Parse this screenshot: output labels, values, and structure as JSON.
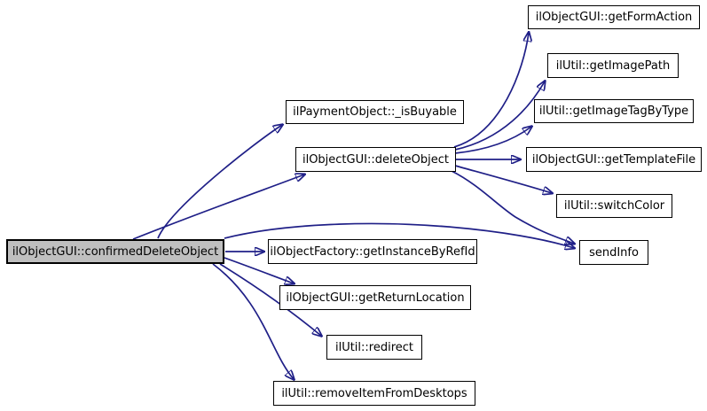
{
  "diagram": {
    "type": "call-graph",
    "root_function": "ilObjectGUI::confirmedDeleteObject",
    "colors": {
      "background": "#ffffff",
      "edge": "#1f1f87",
      "node_fill": "#ffffff",
      "node_border": "#000000",
      "root_fill": "#bfbfbf"
    },
    "nodes": [
      {
        "id": "confirmedDeleteObject",
        "label": "ilObjectGUI::confirmedDeleteObject",
        "role": "root"
      },
      {
        "id": "isBuyable",
        "label": "ilPaymentObject::_isBuyable",
        "role": "callee"
      },
      {
        "id": "deleteObject",
        "label": "ilObjectGUI::deleteObject",
        "role": "callee"
      },
      {
        "id": "getInstanceByRefId",
        "label": "ilObjectFactory::getInstanceByRefId",
        "role": "callee"
      },
      {
        "id": "getReturnLocation",
        "label": "ilObjectGUI::getReturnLocation",
        "role": "callee"
      },
      {
        "id": "redirect",
        "label": "ilUtil::redirect",
        "role": "callee"
      },
      {
        "id": "removeItemFromDesktops",
        "label": "ilUtil::removeItemFromDesktops",
        "role": "callee"
      },
      {
        "id": "getFormAction",
        "label": "ilObjectGUI::getFormAction",
        "role": "callee"
      },
      {
        "id": "getImagePath",
        "label": "ilUtil::getImagePath",
        "role": "callee"
      },
      {
        "id": "getImageTagByType",
        "label": "ilUtil::getImageTagByType",
        "role": "callee"
      },
      {
        "id": "getTemplateFile",
        "label": "ilObjectGUI::getTemplateFile",
        "role": "callee"
      },
      {
        "id": "switchColor",
        "label": "ilUtil::switchColor",
        "role": "callee"
      },
      {
        "id": "sendInfo",
        "label": "sendInfo",
        "role": "callee"
      }
    ],
    "edges": [
      {
        "from": "confirmedDeleteObject",
        "to": "isBuyable"
      },
      {
        "from": "confirmedDeleteObject",
        "to": "deleteObject"
      },
      {
        "from": "confirmedDeleteObject",
        "to": "getInstanceByRefId"
      },
      {
        "from": "confirmedDeleteObject",
        "to": "getReturnLocation"
      },
      {
        "from": "confirmedDeleteObject",
        "to": "redirect"
      },
      {
        "from": "confirmedDeleteObject",
        "to": "removeItemFromDesktops"
      },
      {
        "from": "confirmedDeleteObject",
        "to": "sendInfo"
      },
      {
        "from": "deleteObject",
        "to": "getFormAction"
      },
      {
        "from": "deleteObject",
        "to": "getImagePath"
      },
      {
        "from": "deleteObject",
        "to": "getImageTagByType"
      },
      {
        "from": "deleteObject",
        "to": "getTemplateFile"
      },
      {
        "from": "deleteObject",
        "to": "switchColor"
      },
      {
        "from": "deleteObject",
        "to": "sendInfo"
      }
    ]
  }
}
